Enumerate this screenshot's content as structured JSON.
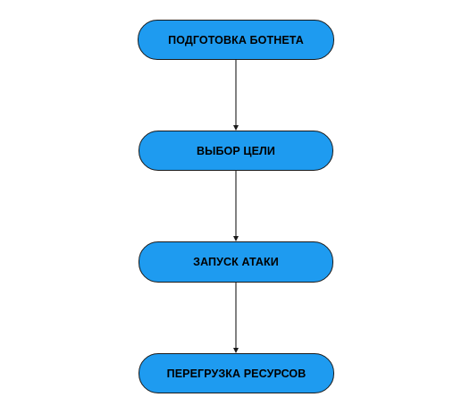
{
  "colors": {
    "node_fill": "#1e9bf0",
    "node_border": "#1a1a1a",
    "connector": "#1a1a1a"
  },
  "flow": {
    "steps": [
      {
        "label": "ПОДГОТОВКА БОТНЕТА"
      },
      {
        "label": "ВЫБОР ЦЕЛИ"
      },
      {
        "label": "ЗАПУСК АТАКИ"
      },
      {
        "label": "ПЕРЕГРУЗКА РЕСУРСОВ"
      }
    ]
  }
}
